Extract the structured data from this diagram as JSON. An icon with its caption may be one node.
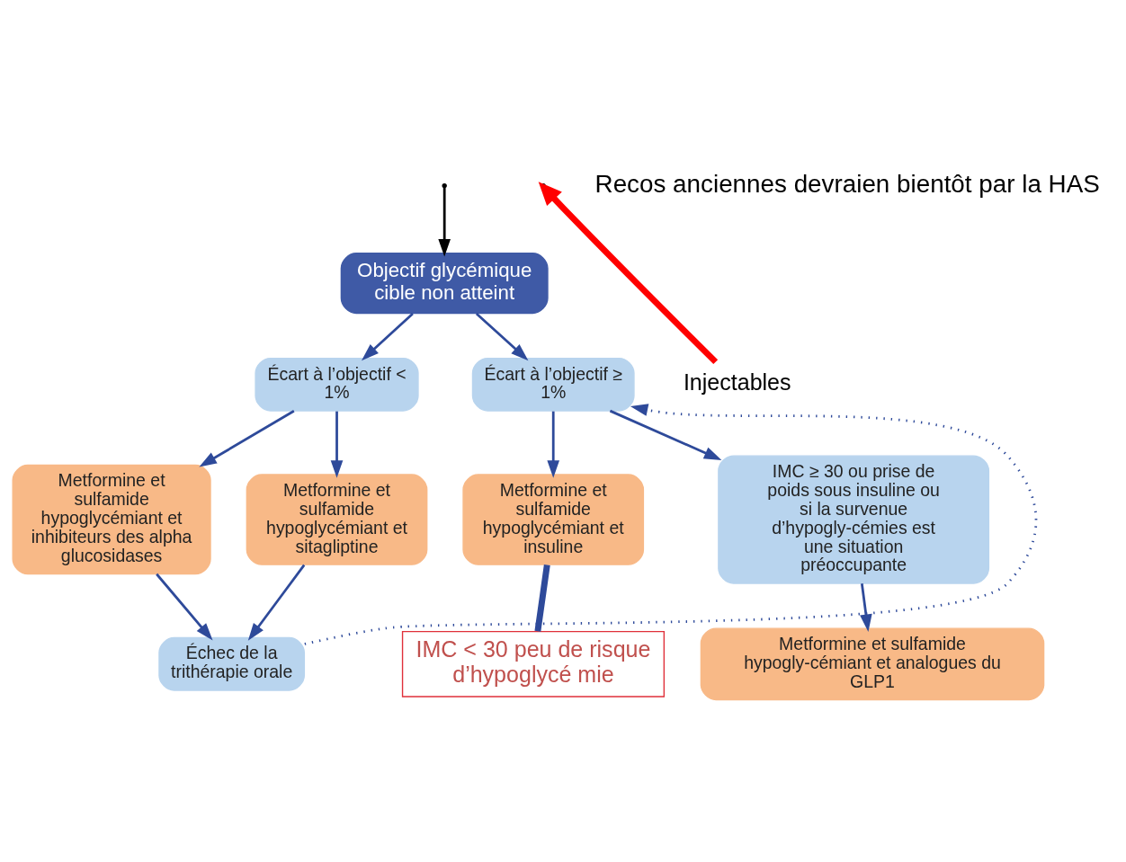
{
  "diagram": {
    "nodes": [
      {
        "text": [
          "Objectif glycémique cible non atteint"
        ]
      },
      {
        "text": [
          "Écart à l’objectif < 1%"
        ]
      },
      {
        "text": [
          "Écart à l’objectif ≥ 1%"
        ]
      },
      {
        "text": [
          "Metformine et sulfamide hypoglycémiant et inhibiteurs des alpha glucosidases"
        ]
      },
      {
        "text": [
          "Metformine et sulfamide hypoglycémiant et sitagliptine"
        ]
      },
      {
        "text": [
          "Metformine et sulfamide hypoglycémiant et insuline"
        ]
      },
      {
        "text": [
          "IMC ≥ 30 ou prise de poids sous insuline ou si la survenue d’hypogly-cémies est une situation préoccupante"
        ]
      },
      {
        "text": [
          "Échec de la trithérapie orale"
        ]
      },
      {
        "text": [
          "Metformine et sulfamide hypogly-cémiant et analogues du GLP1"
        ]
      },
      {
        "text": [
          "IMC < 30 peu de risque",
          "d’hypoglycé mie"
        ]
      },
      {
        "text": [
          "Injectables"
        ]
      }
    ],
    "edges": [
      {
        "from": null,
        "to": 0,
        "arrow": "to",
        "color": "#000000"
      },
      {
        "from": 0,
        "to": 1,
        "arrow": "to"
      },
      {
        "from": 0,
        "to": 2,
        "arrow": "to"
      },
      {
        "from": 1,
        "to": 3,
        "arrow": "to"
      },
      {
        "from": 1,
        "to": 4,
        "arrow": "to"
      },
      {
        "from": 2,
        "to": 5,
        "arrow": "to"
      },
      {
        "from": 2,
        "to": 6,
        "arrow": "to"
      },
      {
        "from": 3,
        "to": 7,
        "arrow": "to"
      },
      {
        "from": 4,
        "to": 7,
        "arrow": "to"
      },
      {
        "from": 7,
        "to": 2,
        "arrow": "to",
        "style": "dashed"
      },
      {
        "from": 5,
        "to": 9,
        "arrow": "none",
        "style": "thick"
      },
      {
        "from": 6,
        "to": 8,
        "arrow": "to"
      },
      {
        "from": 10,
        "to": null,
        "arrow": "to",
        "style": "thick",
        "color": "#ff0000"
      }
    ],
    "labels": [
      "Recos anciennes devraien bientôt par la HAS"
    ]
  }
}
